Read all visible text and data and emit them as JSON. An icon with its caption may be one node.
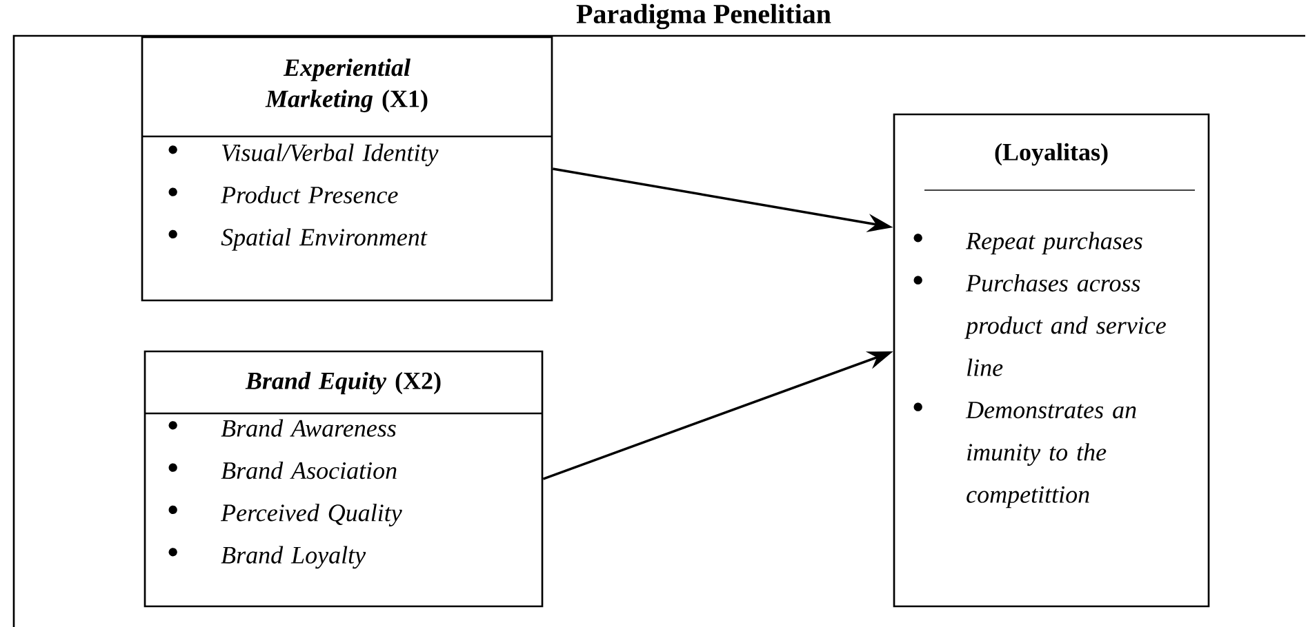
{
  "diagram": {
    "title": "Paradigma Penelitian",
    "nodes": [
      {
        "text": [
          "*Experiential Marketing* (X1)",
          "Visual/Verbal Identity",
          "Product Presence",
          "Spatial Environment"
        ]
      },
      {
        "text": [
          "*Brand Equity* (X2)",
          "Brand Awareness",
          "Brand Asociation",
          "Perceived Quality",
          "Brand Loyalty"
        ]
      },
      {
        "text": [
          "(Loyalitas)",
          "Repeat purchases",
          "Purchases across product and service line",
          "Demonstrates an imunity to the competittion"
        ]
      }
    ],
    "edges": [
      {
        "from": 0,
        "to": 2,
        "arrow": "to"
      },
      {
        "from": 1,
        "to": 2,
        "arrow": "to"
      }
    ]
  }
}
